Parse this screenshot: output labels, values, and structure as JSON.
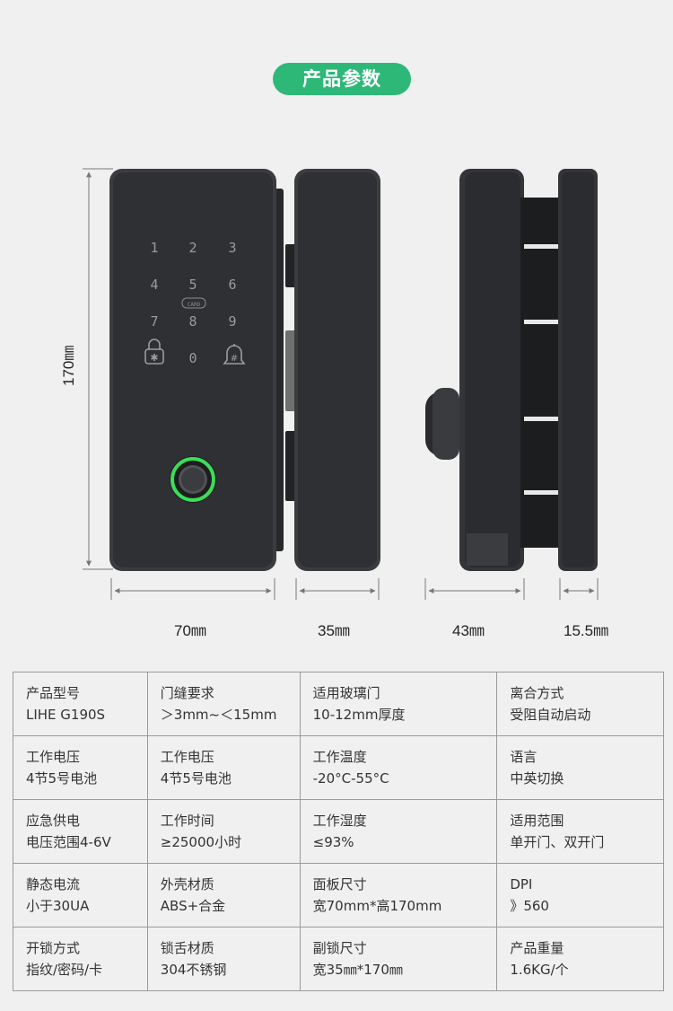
{
  "title": "产品参数",
  "dimensions": {
    "height": "170㎜",
    "front_width": "70㎜",
    "back_width": "35㎜",
    "side_depth": "43㎜",
    "strike_depth": "15.5㎜"
  },
  "keypad": {
    "keys": [
      "1",
      "2",
      "3",
      "4",
      "5",
      "6",
      "7",
      "8",
      "9",
      "0"
    ],
    "card_label": "CARD"
  },
  "colors": {
    "accent": "#2db878",
    "fingerprint_ring": "#3ddc5a",
    "lock_body": "#2e3033"
  },
  "specs": [
    [
      {
        "label": "产品型号",
        "value": "LIHE G190S"
      },
      {
        "label": "门缝要求",
        "value": "＞3mm~＜15mm"
      },
      {
        "label": "适用玻璃门",
        "value": "10-12mm厚度"
      },
      {
        "label": "离合方式",
        "value": "受阻自动启动"
      }
    ],
    [
      {
        "label": "工作电压",
        "value": "4节5号电池"
      },
      {
        "label": "工作电压",
        "value": "4节5号电池"
      },
      {
        "label": "工作温度",
        "value": "-20°C-55°C"
      },
      {
        "label": "语言",
        "value": "中英切换"
      }
    ],
    [
      {
        "label": "应急供电",
        "value": "电压范围4-6V"
      },
      {
        "label": "工作时间",
        "value": "≥25000小时"
      },
      {
        "label": "工作湿度",
        "value": "≤93%"
      },
      {
        "label": "适用范围",
        "value": "单开门、双开门"
      }
    ],
    [
      {
        "label": "静态电流",
        "value": "小于30UA"
      },
      {
        "label": "外壳材质",
        "value": "ABS+合金"
      },
      {
        "label": "面板尺寸",
        "value": "宽70mm*高170mm"
      },
      {
        "label": "DPI",
        "value": "》560"
      }
    ],
    [
      {
        "label": "开锁方式",
        "value": "指纹/密码/卡"
      },
      {
        "label": "锁舌材质",
        "value": "304不锈钢"
      },
      {
        "label": "副锁尺寸",
        "value": "宽35㎜*170㎜"
      },
      {
        "label": "产品重量",
        "value": "1.6KG/个"
      }
    ]
  ]
}
